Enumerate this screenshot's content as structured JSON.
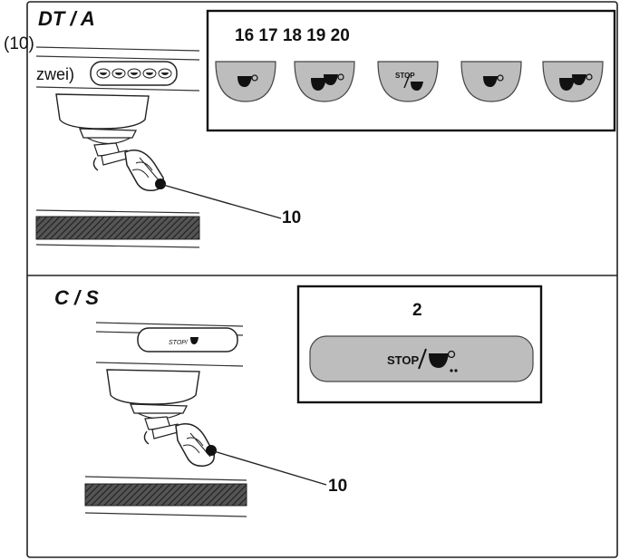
{
  "top_panel": {
    "model": "DT / A",
    "annotation_top": "(10)",
    "annotation_side": "zwei)",
    "callout_numbers": "16 17 18 19 20",
    "lever_callout": "10",
    "stop_label": "STOP"
  },
  "bottom_panel": {
    "model": "C / S",
    "callout_number": "2",
    "stop_label": "STOP",
    "lever_callout": "10",
    "mini_button_text": "STOP/"
  }
}
